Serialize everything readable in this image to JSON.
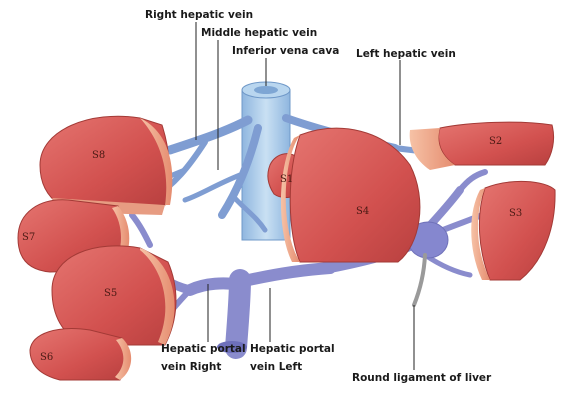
{
  "colors": {
    "segment_fill": "#d9585a",
    "segment_light": "#f2b29a",
    "cut_face": "#e9987c",
    "vein": "#8ea9d8",
    "vein_dark": "#5f7cc0",
    "portal": "#8f8fcf",
    "vena_cava": "#a9c9e8",
    "leader": "#222222"
  },
  "labels": {
    "right_hepatic_vein": "Right hepatic vein",
    "middle_hepatic_vein": "Middle hepatic vein",
    "inferior_vena_cava": "Inferior vena cava",
    "left_hepatic_vein": "Left hepatic vein",
    "hepatic_portal_vein_right": [
      "Hepatic portal",
      "vein Right"
    ],
    "hepatic_portal_vein_left": [
      "Hepatic portal",
      "vein Left"
    ],
    "round_ligament": "Round ligament of liver"
  },
  "segments": {
    "s1": "S1",
    "s2": "S2",
    "s3": "S3",
    "s4": "S4",
    "s5": "S5",
    "s6": "S6",
    "s7": "S7",
    "s8": "S8"
  }
}
